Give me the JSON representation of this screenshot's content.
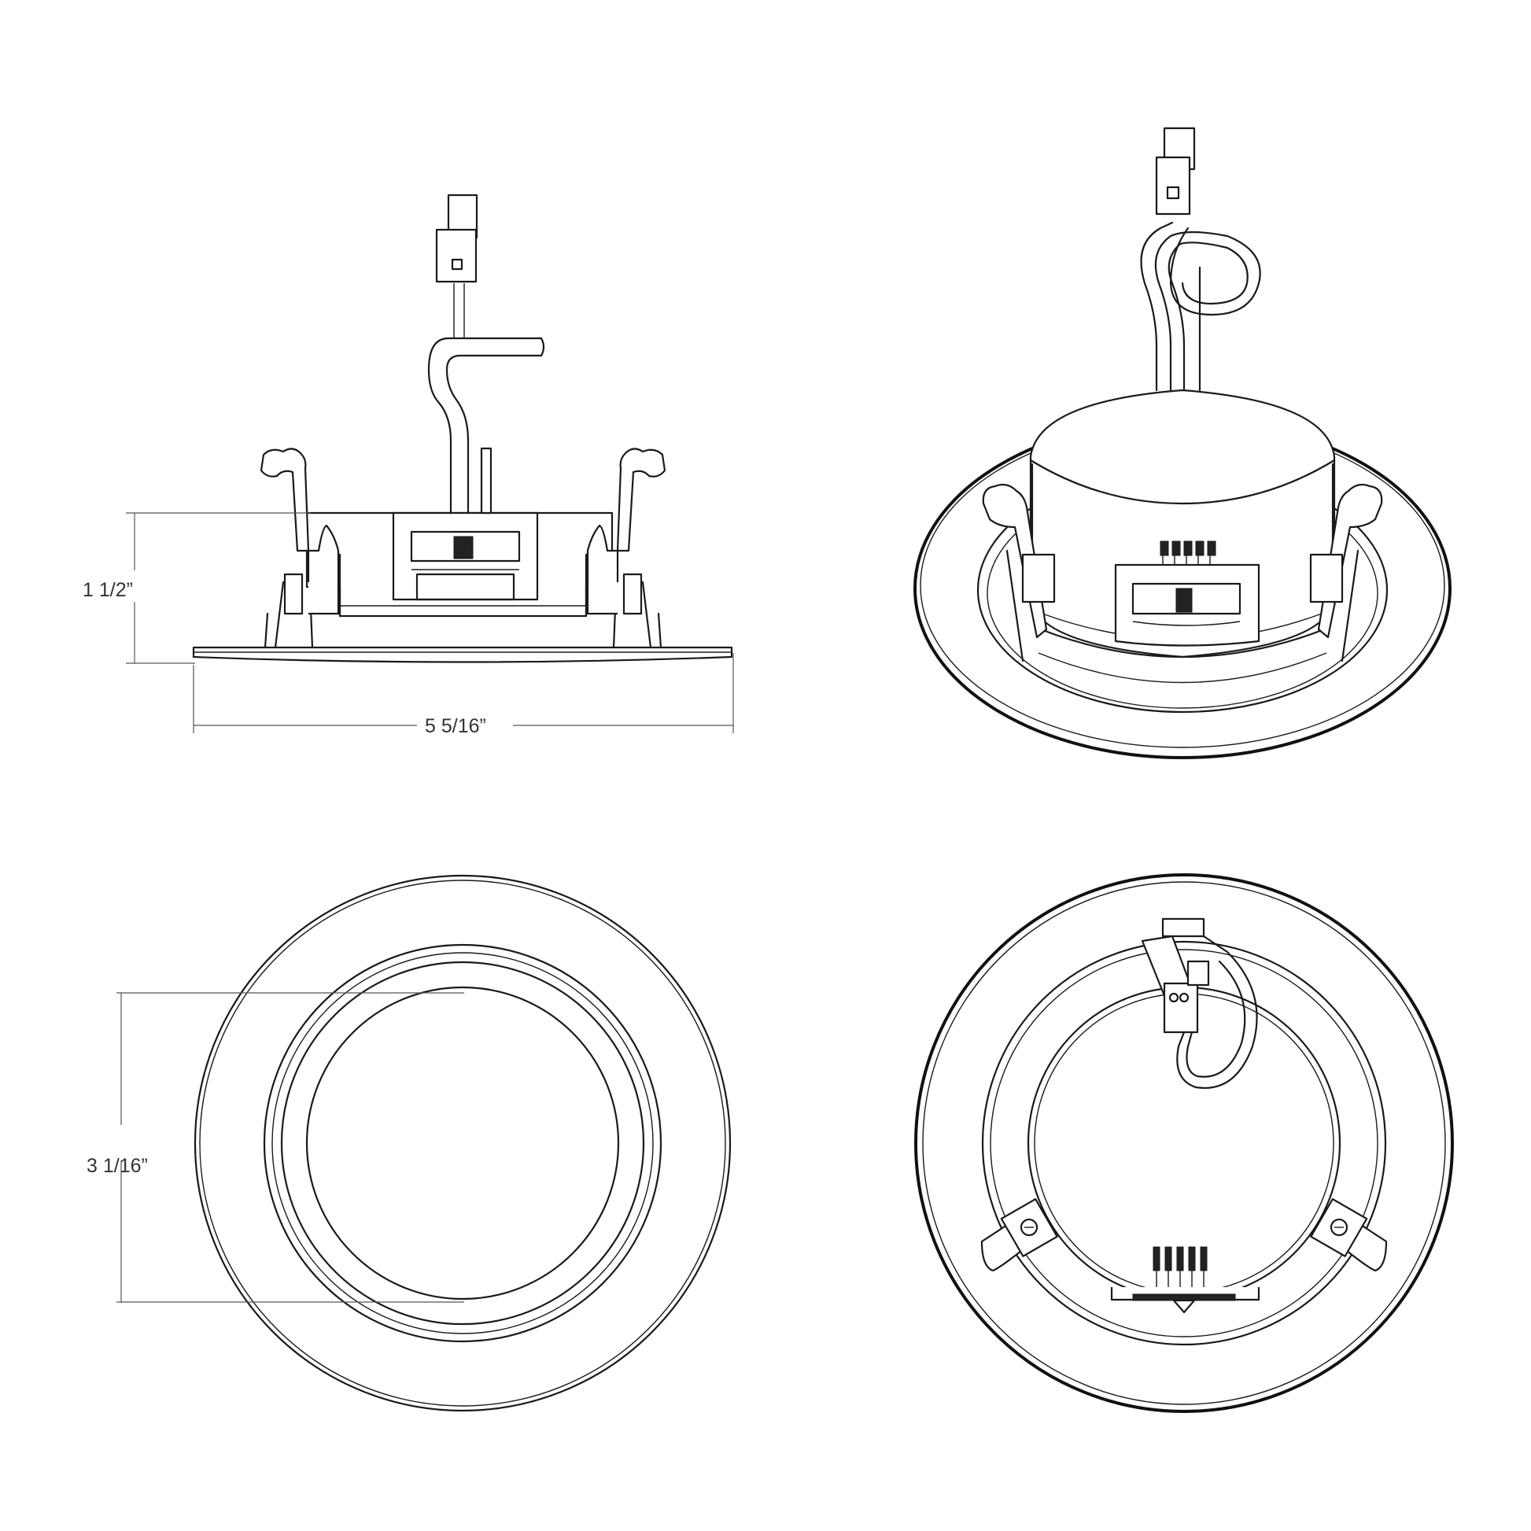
{
  "dimensions": {
    "height_label": "1 1/2”",
    "width_label": "5 5/16”",
    "aperture_label": "3 1/16”"
  },
  "colors": {
    "line": "#1a1a1a",
    "dimension_line": "#555555",
    "background": "#ffffff"
  }
}
